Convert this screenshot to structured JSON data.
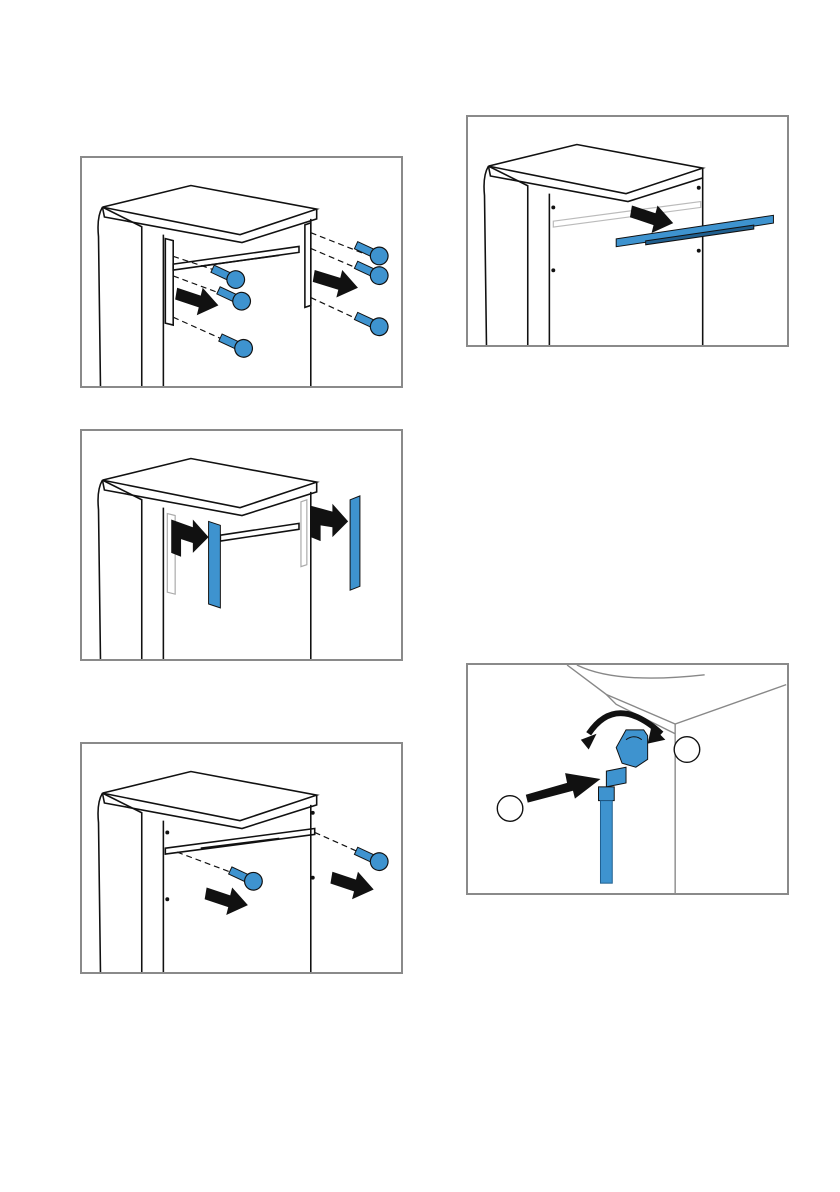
{
  "figures": [
    {
      "id": "fig1",
      "callouts": []
    },
    {
      "id": "fig2",
      "callouts": []
    },
    {
      "id": "fig3",
      "callouts": []
    },
    {
      "id": "fig4",
      "callouts": []
    },
    {
      "id": "fig5",
      "callouts": [
        "",
        ""
      ]
    }
  ],
  "colors": {
    "part_blue": "#3e93cf",
    "part_blue_dark": "#1f5f8f",
    "outline": "#111111",
    "frame": "#8a8a8a",
    "arrow": "#111111"
  },
  "icons": [
    "screw-icon",
    "mounting-bracket-icon",
    "push-arrow-icon",
    "rotate-arrow-icon",
    "water-hose-icon"
  ]
}
